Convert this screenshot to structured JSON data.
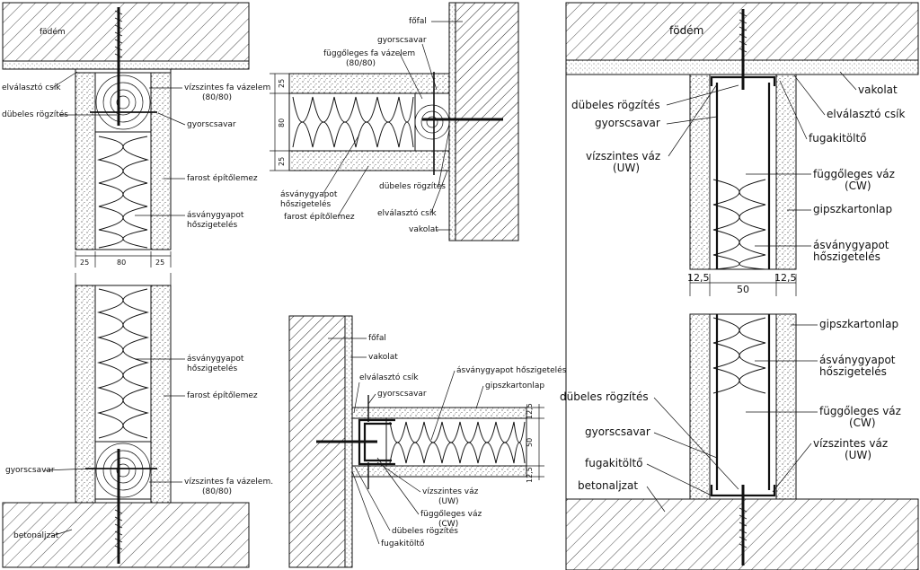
{
  "detail_a": {
    "fodem": "födém",
    "elvalaszto_csik": "elválasztó csík",
    "dubeles_rogzites": "dübeles rögzítés",
    "vizszintes_fa_vazelem": "vízszintes fa vázelem",
    "vizszintes_fa_vazelem_size": "(80/80)",
    "gyorscsavar": "gyorscsavar",
    "farost_epitolemez": "farost építőlemez",
    "asvanygyapot": "ásványgyapot",
    "hoszigeteles": "hőszigetelés",
    "dim_left": "25",
    "dim_mid": "80",
    "dim_right": "25"
  },
  "detail_b": {
    "asvanygyapot": "ásványgyapot",
    "hoszigeteles": "hőszigetelés",
    "farost_epitolemez": "farost építőlemez",
    "gyorscsavar": "gyorscsavar",
    "vizszintes_fa_vazelem": "vízszintes fa vázelem.",
    "vizszintes_fa_vazelem_size": "(80/80)",
    "betonaljzat": "betonaljzat"
  },
  "detail_c": {
    "fofal": "főfal",
    "gyorscsavar": "gyorscsavar",
    "fuggoleges_fa_vazelem": "függőleges fa vázelem",
    "fuggoleges_fa_vazelem_size": "(80/80)",
    "asvanygyapot": "ásványgyapot",
    "hoszigeteles": "hőszigetelés",
    "farost_epitolemez": "farost építőlemez",
    "dubeles_rogzites": "dübeles rögzítés",
    "elvalaszto_csik": "elválasztó csík",
    "vakolat": "vakolat",
    "dim_top": "25",
    "dim_mid": "80",
    "dim_bot": "25"
  },
  "detail_d": {
    "fofal": "főfal",
    "vakolat": "vakolat",
    "elvalaszto_csik": "elválasztó csík",
    "asvanygyapot_hoszigeteles": "ásványgyapot hőszigetelés",
    "gyorscsavar": "gyorscsavar",
    "gipszkartonlap": "gipszkartonlap",
    "vizszintes_vaz": "vízszintes váz",
    "uw": "(UW)",
    "fuggoleges_vaz": "függőleges váz",
    "cw": "(CW)",
    "dubeles_rogzites": "dübeles rögzítés",
    "fugakitolto": "fugakitöltő",
    "dim_top": "12,5",
    "dim_mid": "50",
    "dim_bot": "12,5"
  },
  "detail_e": {
    "fodem": "födém",
    "vakolat": "vakolat",
    "dubeles_rogzites": "dübeles rögzítés",
    "elvalaszto_csik": "elválasztó csík",
    "gyorscsavar": "gyorscsavar",
    "fugakitolto": "fugakitöltő",
    "vizszintes_vaz": "vízszintes váz",
    "uw": "(UW)",
    "fuggoleges_vaz": "függőleges váz",
    "cw": "(CW)",
    "gipszkartonlap": "gipszkartonlap",
    "asvanygyapot": "ásványgyapot",
    "hoszigeteles": "hőszigetelés",
    "dim_left": "12,5",
    "dim_mid": "50",
    "dim_right": "12,5"
  },
  "detail_f": {
    "gipszkartonlap": "gipszkartonlap",
    "asvanygyapot": "ásványgyapot",
    "hoszigeteles": "hőszigetelés",
    "dubeles_rogzites": "dübeles rögzítés",
    "fuggoleges_vaz": "függőleges váz",
    "cw": "(CW)",
    "gyorscsavar": "gyorscsavar",
    "vizszintes_vaz": "vízszintes váz",
    "uw": "(UW)",
    "fugakitolto": "fugakitöltő",
    "betonaljzat": "betonaljzat"
  },
  "colors": {
    "line": "#111111",
    "hatch": "#222222",
    "background": "#ffffff"
  }
}
